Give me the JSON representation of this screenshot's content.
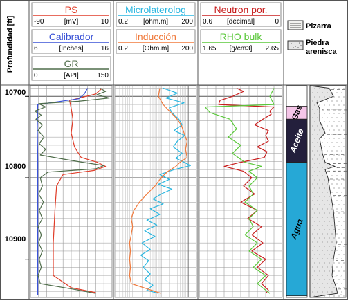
{
  "axis_title": "Profundidad [ft]",
  "depth_ticks": [
    "10700",
    "10800",
    "10900"
  ],
  "tracks": [
    {
      "curves": [
        {
          "name": "PS",
          "color": "#e03c28",
          "min": "-90",
          "unit": "[mV]",
          "max": "10"
        },
        {
          "name": "Calibrador",
          "color": "#3a52d6",
          "min": "6",
          "unit": "[Inches]",
          "max": "16"
        },
        {
          "name": "GR",
          "color": "#4f6d4a",
          "min": "0",
          "unit": "[API]",
          "max": "150"
        }
      ]
    },
    {
      "curves": [
        {
          "name": "Microlaterolog",
          "color": "#29b6e0",
          "min": "0.2",
          "unit": "[ohm.m]",
          "max": "200"
        },
        {
          "name": "Inducción",
          "color": "#f07a3c",
          "min": "0.2",
          "unit": "[Ohm.m]",
          "max": "200"
        }
      ]
    },
    {
      "curves": [
        {
          "name": "Neutron por.",
          "color": "#c81e1e",
          "min": "0.6",
          "unit": "[decimal]",
          "max": "0"
        },
        {
          "name": "RHO bulk",
          "color": "#5ac83a",
          "min": "1.65",
          "unit": "[g/cm3]",
          "max": "2.65"
        }
      ]
    }
  ],
  "fluids": [
    {
      "label": "Gas",
      "color": "#f5c6e8"
    },
    {
      "label": "Aceite",
      "color": "#231f3c"
    },
    {
      "label": "Agua",
      "color": "#26a8d6"
    }
  ],
  "lithology_legend": [
    {
      "label": "Pizarra"
    },
    {
      "label": "Piedra arenisca"
    }
  ],
  "chart_data": {
    "type": "line",
    "y_axis": {
      "label": "Profundidad [ft]",
      "range": [
        10687,
        10947
      ],
      "ticks": [
        10700,
        10800,
        10900
      ],
      "inverted": true
    },
    "zones": [
      {
        "label": "Gas",
        "top": 10712,
        "bottom": 10728
      },
      {
        "label": "Aceite",
        "top": 10728,
        "bottom": 10781
      },
      {
        "label": "Agua",
        "top": 10781,
        "bottom": 10945
      }
    ],
    "series": [
      {
        "name": "PS",
        "track": 0,
        "scale": [
          -90,
          10
        ],
        "log": false,
        "color": "#e03c28",
        "points": [
          [
            10690,
            -2
          ],
          [
            10697,
            -10
          ],
          [
            10705,
            -42
          ],
          [
            10715,
            -40
          ],
          [
            10728,
            -38
          ],
          [
            10745,
            -40
          ],
          [
            10762,
            -36
          ],
          [
            10775,
            -28
          ],
          [
            10781,
            -8
          ],
          [
            10786,
            2
          ],
          [
            10791,
            -12
          ],
          [
            10796,
            -50
          ],
          [
            10810,
            -58
          ],
          [
            10840,
            -60
          ],
          [
            10880,
            -62
          ],
          [
            10920,
            -62
          ],
          [
            10935,
            -40
          ],
          [
            10941,
            -10
          ]
        ]
      },
      {
        "name": "Calibrador",
        "track": 0,
        "scale": [
          6,
          16
        ],
        "log": false,
        "color": "#3a52d6",
        "points": [
          [
            10690,
            13
          ],
          [
            10697,
            12.6
          ],
          [
            10703,
            11.9
          ],
          [
            10710,
            6.9
          ],
          [
            10740,
            6.85
          ],
          [
            10780,
            6.9
          ],
          [
            10800,
            6.9
          ],
          [
            10830,
            6.9
          ],
          [
            10860,
            6.9
          ],
          [
            10900,
            6.9
          ],
          [
            10944,
            6.9
          ]
        ]
      },
      {
        "name": "GR",
        "track": 0,
        "scale": [
          0,
          150
        ],
        "log": false,
        "color": "#4f6d4a",
        "points": [
          [
            10690,
            128
          ],
          [
            10694,
            138
          ],
          [
            10698,
            122
          ],
          [
            10702,
            145
          ],
          [
            10706,
            88
          ],
          [
            10709,
            15
          ],
          [
            10713,
            28
          ],
          [
            10718,
            8
          ],
          [
            10723,
            20
          ],
          [
            10728,
            10
          ],
          [
            10735,
            22
          ],
          [
            10742,
            14
          ],
          [
            10750,
            25
          ],
          [
            10758,
            16
          ],
          [
            10765,
            28
          ],
          [
            10772,
            18
          ],
          [
            10777,
            60
          ],
          [
            10781,
            96
          ],
          [
            10785,
            135
          ],
          [
            10789,
            120
          ],
          [
            10793,
            32
          ],
          [
            10800,
            18
          ],
          [
            10810,
            22
          ],
          [
            10820,
            15
          ],
          [
            10830,
            24
          ],
          [
            10840,
            16
          ],
          [
            10850,
            22
          ],
          [
            10860,
            14
          ],
          [
            10870,
            20
          ],
          [
            10880,
            15
          ],
          [
            10890,
            22
          ],
          [
            10900,
            16
          ],
          [
            10910,
            20
          ],
          [
            10920,
            14
          ],
          [
            10930,
            18
          ],
          [
            10937,
            80
          ],
          [
            10942,
            120
          ]
        ]
      },
      {
        "name": "Microlaterolog",
        "track": 1,
        "scale": [
          0.2,
          200
        ],
        "log": true,
        "color": "#29b6e0",
        "points": [
          [
            10690,
            12
          ],
          [
            10696,
            40
          ],
          [
            10702,
            15
          ],
          [
            10708,
            70
          ],
          [
            10714,
            20
          ],
          [
            10720,
            25
          ],
          [
            10728,
            45
          ],
          [
            10735,
            60
          ],
          [
            10742,
            30
          ],
          [
            10748,
            75
          ],
          [
            10755,
            40
          ],
          [
            10762,
            28
          ],
          [
            10770,
            60
          ],
          [
            10776,
            35
          ],
          [
            10781,
            70
          ],
          [
            10785,
            120
          ],
          [
            10790,
            30
          ],
          [
            10796,
            9
          ],
          [
            10802,
            20
          ],
          [
            10808,
            8
          ],
          [
            10814,
            25
          ],
          [
            10820,
            10
          ],
          [
            10826,
            5
          ],
          [
            10832,
            12
          ],
          [
            10838,
            4
          ],
          [
            10845,
            9
          ],
          [
            10852,
            3
          ],
          [
            10858,
            7
          ],
          [
            10865,
            2.5
          ],
          [
            10872,
            6
          ],
          [
            10880,
            2
          ],
          [
            10888,
            4
          ],
          [
            10895,
            1.8
          ],
          [
            10902,
            3.5
          ],
          [
            10910,
            2.2
          ],
          [
            10918,
            4
          ],
          [
            10925,
            2.5
          ],
          [
            10932,
            5
          ],
          [
            10938,
            3
          ],
          [
            10942,
            8
          ]
        ]
      },
      {
        "name": "Inducción",
        "track": 1,
        "scale": [
          0.2,
          200
        ],
        "log": true,
        "color": "#f07a3c",
        "points": [
          [
            10690,
            9
          ],
          [
            10700,
            8
          ],
          [
            10710,
            12
          ],
          [
            10718,
            20
          ],
          [
            10726,
            35
          ],
          [
            10735,
            55
          ],
          [
            10745,
            70
          ],
          [
            10755,
            90
          ],
          [
            10765,
            80
          ],
          [
            10775,
            90
          ],
          [
            10781,
            50
          ],
          [
            10786,
            35
          ],
          [
            10792,
            18
          ],
          [
            10800,
            10
          ],
          [
            10810,
            6
          ],
          [
            10820,
            3
          ],
          [
            10830,
            1.6
          ],
          [
            10840,
            1
          ],
          [
            10850,
            0.8
          ],
          [
            10860,
            0.9
          ],
          [
            10870,
            0.8
          ],
          [
            10880,
            0.7
          ],
          [
            10890,
            0.75
          ],
          [
            10900,
            0.7
          ],
          [
            10910,
            0.75
          ],
          [
            10920,
            0.7
          ],
          [
            10930,
            0.8
          ],
          [
            10942,
            10
          ]
        ]
      },
      {
        "name": "Neutron por.",
        "track": 2,
        "scale": [
          0.6,
          0
        ],
        "log": false,
        "color": "#c81e1e",
        "points": [
          [
            10690,
            0.33
          ],
          [
            10694,
            0.28
          ],
          [
            10700,
            0.36
          ],
          [
            10705,
            0.45
          ],
          [
            10710,
            0.46
          ],
          [
            10713,
            0.06
          ],
          [
            10718,
            0.09
          ],
          [
            10722,
            0.08
          ],
          [
            10728,
            0.14
          ],
          [
            10735,
            0.2
          ],
          [
            10742,
            0.1
          ],
          [
            10748,
            0.12
          ],
          [
            10755,
            0.1
          ],
          [
            10762,
            0.18
          ],
          [
            10768,
            0.11
          ],
          [
            10775,
            0.13
          ],
          [
            10781,
            0.3
          ],
          [
            10786,
            0.42
          ],
          [
            10792,
            0.28
          ],
          [
            10800,
            0.22
          ],
          [
            10810,
            0.28
          ],
          [
            10820,
            0.2
          ],
          [
            10830,
            0.3
          ],
          [
            10840,
            0.18
          ],
          [
            10850,
            0.25
          ],
          [
            10860,
            0.15
          ],
          [
            10870,
            0.22
          ],
          [
            10880,
            0.14
          ],
          [
            10890,
            0.22
          ],
          [
            10900,
            0.12
          ],
          [
            10910,
            0.18
          ],
          [
            10920,
            0.1
          ],
          [
            10930,
            0.15
          ],
          [
            10938,
            0.1
          ],
          [
            10942,
            0.12
          ]
        ]
      },
      {
        "name": "RHO bulk",
        "track": 2,
        "scale": [
          1.65,
          2.65
        ],
        "log": false,
        "color": "#5ac83a",
        "points": [
          [
            10690,
            2.55
          ],
          [
            10700,
            2.5
          ],
          [
            10710,
            2.55
          ],
          [
            10713,
            1.72
          ],
          [
            10720,
            1.78
          ],
          [
            10728,
            2.02
          ],
          [
            10740,
            2.1
          ],
          [
            10750,
            2.0
          ],
          [
            10760,
            2.15
          ],
          [
            10770,
            2.05
          ],
          [
            10781,
            2.2
          ],
          [
            10786,
            2.4
          ],
          [
            10792,
            2.25
          ],
          [
            10800,
            2.35
          ],
          [
            10810,
            2.25
          ],
          [
            10820,
            2.3
          ],
          [
            10830,
            2.2
          ],
          [
            10840,
            2.35
          ],
          [
            10850,
            2.25
          ],
          [
            10860,
            2.3
          ],
          [
            10870,
            2.2
          ],
          [
            10880,
            2.35
          ],
          [
            10890,
            2.25
          ],
          [
            10900,
            2.4
          ],
          [
            10910,
            2.3
          ],
          [
            10920,
            2.45
          ],
          [
            10930,
            2.35
          ],
          [
            10942,
            2.5
          ]
        ]
      }
    ]
  }
}
